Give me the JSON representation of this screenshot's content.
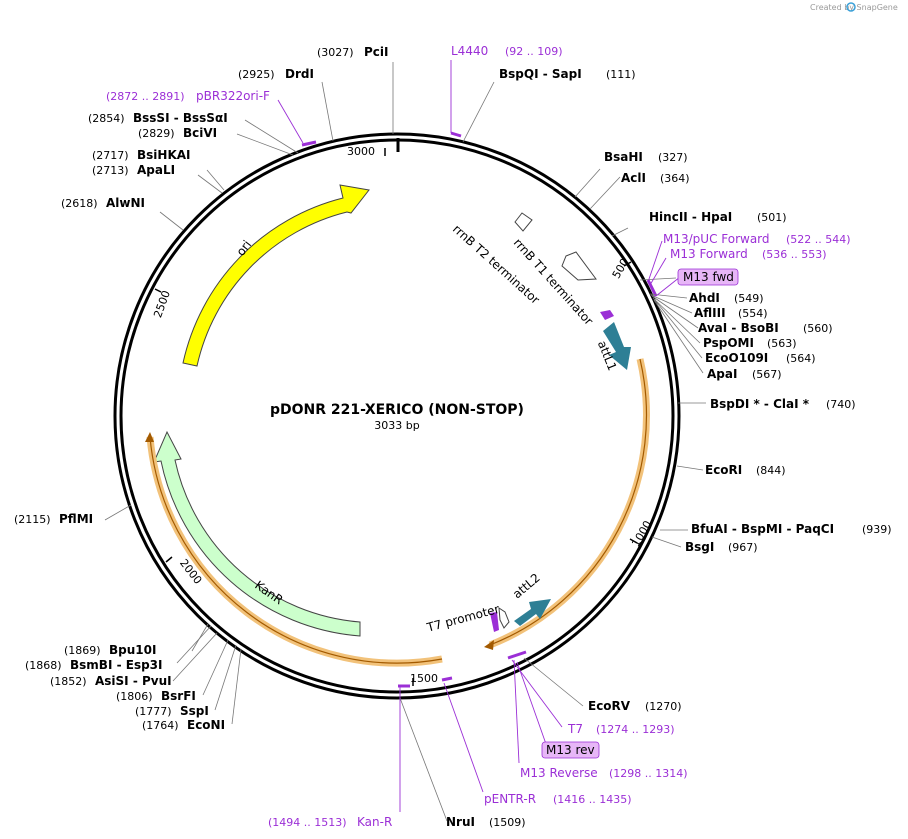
{
  "credit": "Created by SnapGene",
  "plasmid": {
    "name": "pDONR 221-XERICO (NON-STOP)",
    "size": "3033 bp"
  },
  "ticks": [
    "3000",
    "500",
    "1000",
    "1500",
    "2000",
    "2500"
  ],
  "features": {
    "ori": "ori",
    "kanr": "KanR",
    "attl1": "attL1",
    "attl2": "attL2",
    "t7_promoter": "T7 promoter",
    "rrnb_t1": "rrnB T1 terminator",
    "rrnb_t2": "rrnB T2 terminator"
  },
  "enzymes": {
    "pcii": {
      "name": "PciI",
      "pos": "(3027)"
    },
    "drdi": {
      "name": "DrdI",
      "pos": "(2925)"
    },
    "bssssi": {
      "name": "BssSI  -  BssSαI",
      "pos": "(2854)"
    },
    "bcivi": {
      "name": "BciVI",
      "pos": "(2829)"
    },
    "bsihkai": {
      "name": "BsiHKAI",
      "pos": "(2717)"
    },
    "apali": {
      "name": "ApaLI",
      "pos": "(2713)"
    },
    "alwni": {
      "name": "AlwNI",
      "pos": "(2618)"
    },
    "pflmi": {
      "name": "PflMI",
      "pos": "(2115)"
    },
    "bpu10i": {
      "name": "Bpu10I",
      "pos": "(1869)"
    },
    "bsmbi": {
      "name": "BsmBI  -  Esp3I",
      "pos": "(1868)"
    },
    "asisi": {
      "name": "AsiSI  -  PvuI",
      "pos": "(1852)"
    },
    "bsrfi": {
      "name": "BsrFI",
      "pos": "(1806)"
    },
    "sspi": {
      "name": "SspI",
      "pos": "(1777)"
    },
    "econi": {
      "name": "EcoNI",
      "pos": "(1764)"
    },
    "nrui": {
      "name": "NruI",
      "pos": "(1509)"
    },
    "ecorv": {
      "name": "EcoRV",
      "pos": "(1270)"
    },
    "bsgi": {
      "name": "BsgI",
      "pos": "(967)"
    },
    "bfuai": {
      "name": "BfuAI  -  BspMI  -  PaqCI",
      "pos": "(939)"
    },
    "ecori": {
      "name": "EcoRI",
      "pos": "(844)"
    },
    "bspdi": {
      "name": "BspDI *  -  ClaI *",
      "pos": "(740)"
    },
    "apai": {
      "name": "ApaI",
      "pos": "(567)"
    },
    "eco0109i": {
      "name": "EcoO109I",
      "pos": "(564)"
    },
    "pspomi": {
      "name": "PspOMI",
      "pos": "(563)"
    },
    "avai": {
      "name": "AvaI  -  BsoBI",
      "pos": "(560)"
    },
    "aflIII": {
      "name": "AflIII",
      "pos": "(554)"
    },
    "ahdi": {
      "name": "AhdI",
      "pos": "(549)"
    },
    "hincii": {
      "name": "HincII  -  HpaI",
      "pos": "(501)"
    },
    "acli": {
      "name": "AclI",
      "pos": "(364)"
    },
    "bsahi": {
      "name": "BsaHI",
      "pos": "(327)"
    },
    "bspqi": {
      "name": "BspQI  -  SapI",
      "pos": "(111)"
    }
  },
  "primers": {
    "l4440": {
      "name": "L4440",
      "pos": "(92 .. 109)"
    },
    "pbr322": {
      "name": "pBR322ori-F",
      "pos": "(2872 .. 2891)"
    },
    "m13puc": {
      "name": "M13/pUC Forward",
      "pos": "(522 .. 544)"
    },
    "m13fwd_long": {
      "name": "M13 Forward",
      "pos": "(536 .. 553)"
    },
    "m13fwd_badge": "M13 fwd",
    "t7": {
      "name": "T7",
      "pos": "(1274 .. 1293)"
    },
    "m13rev_badge": "M13 rev",
    "m13reverse": {
      "name": "M13 Reverse",
      "pos": "(1298 .. 1314)"
    },
    "pentr": {
      "name": "pENTR-R",
      "pos": "(1416 .. 1435)"
    },
    "kanr": {
      "name": "Kan-R",
      "pos": "(1494 .. 1513)"
    }
  },
  "colors": {
    "primer": "#9b2fd6",
    "ori": "#ffff00",
    "kanr": "#ccffcc",
    "att": "#2e7f95",
    "highlight": "#f2c27a",
    "badge": "#e7b6f7"
  }
}
